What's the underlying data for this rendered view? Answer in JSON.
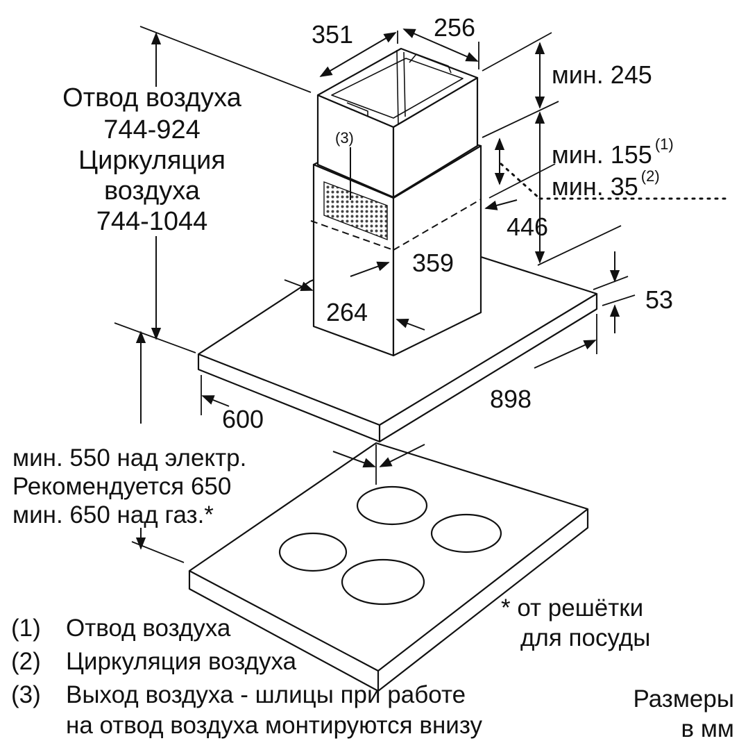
{
  "airflow": {
    "exhaust_label": "Отвод воздуха",
    "exhaust_range": "744-924",
    "recirc_label_1": "Циркуляция",
    "recirc_label_2": "воздуха",
    "recirc_range": "744-1044"
  },
  "dimensions": {
    "chimney_depth": "351",
    "chimney_width": "256",
    "min_top": "мин. 245",
    "min_exhaust": "мин. 155",
    "min_exhaust_ref": "(1)",
    "min_recirc": "мин. 35",
    "min_recirc_ref": "(2)",
    "height_446": "446",
    "inner_359": "359",
    "inner_264": "264",
    "canopy_thickness": "53",
    "canopy_width": "898",
    "canopy_depth": "600",
    "outlet_ref": "(3)"
  },
  "clearance": {
    "line1": "мин. 550 над электр.",
    "line2": "Рекомендуется 650",
    "line3": "мин. 650 над газ.*"
  },
  "footnote": {
    "star_line1": "* от решётки",
    "star_line2": "для посуды"
  },
  "legend": [
    {
      "num": "(1)",
      "text": "Отвод воздуха"
    },
    {
      "num": "(2)",
      "text": "Циркуляция воздуха"
    },
    {
      "num": "(3)",
      "text": "Выход воздуха - шлицы при работе"
    },
    {
      "num": "",
      "text": "на отвод воздуха монтируются внизу"
    }
  ],
  "units": {
    "line1": "Размеры",
    "line2": "в мм"
  }
}
